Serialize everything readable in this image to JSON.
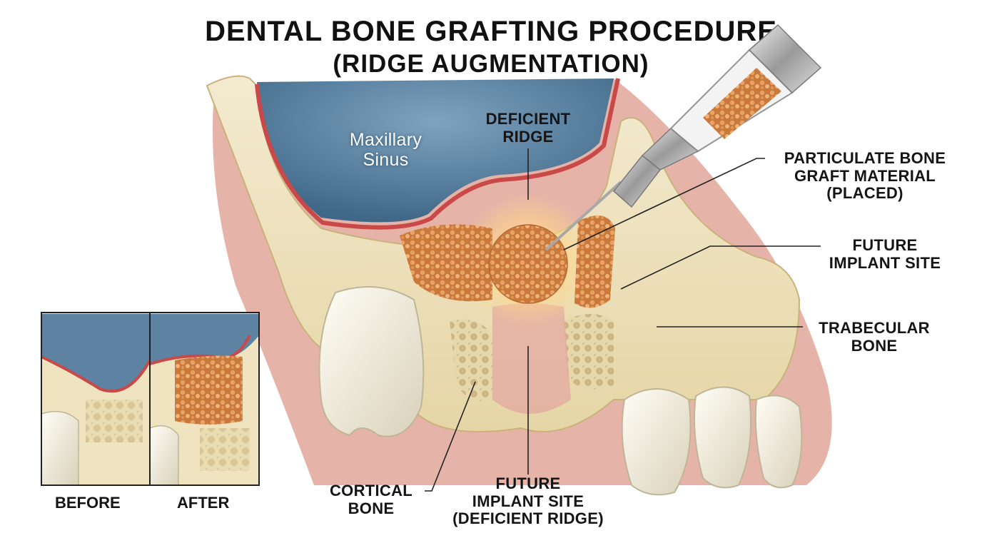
{
  "title": "DENTAL BONE GRAFTING PROCEDURE",
  "subtitle": "(RIDGE AUGMENTATION)",
  "labels": {
    "maxillary_sinus": [
      "Maxillary",
      "Sinus"
    ],
    "deficient_ridge": [
      "DEFICIENT",
      "RIDGE"
    ],
    "graft_material": [
      "PARTICULATE BONE",
      "GRAFT MATERIAL",
      "(PLACED)"
    ],
    "future_implant_site": [
      "FUTURE",
      "IMPLANT SITE"
    ],
    "trabecular_bone": [
      "TRABECULAR",
      "BONE"
    ],
    "cortical_bone": [
      "CORTICAL",
      "BONE"
    ],
    "future_implant_site_deficient": [
      "FUTURE",
      "IMPLANT SITE",
      "(DEFICIENT RIDGE)"
    ]
  },
  "inset": {
    "before_label": "BEFORE",
    "after_label": "AFTER"
  },
  "colors": {
    "sinus": "#4d7696",
    "membrane": "#c94848",
    "bone": "#efe4bf",
    "graft": "#d98a4a",
    "gum": "#d99d94",
    "tooth": "#f6f1e3"
  }
}
